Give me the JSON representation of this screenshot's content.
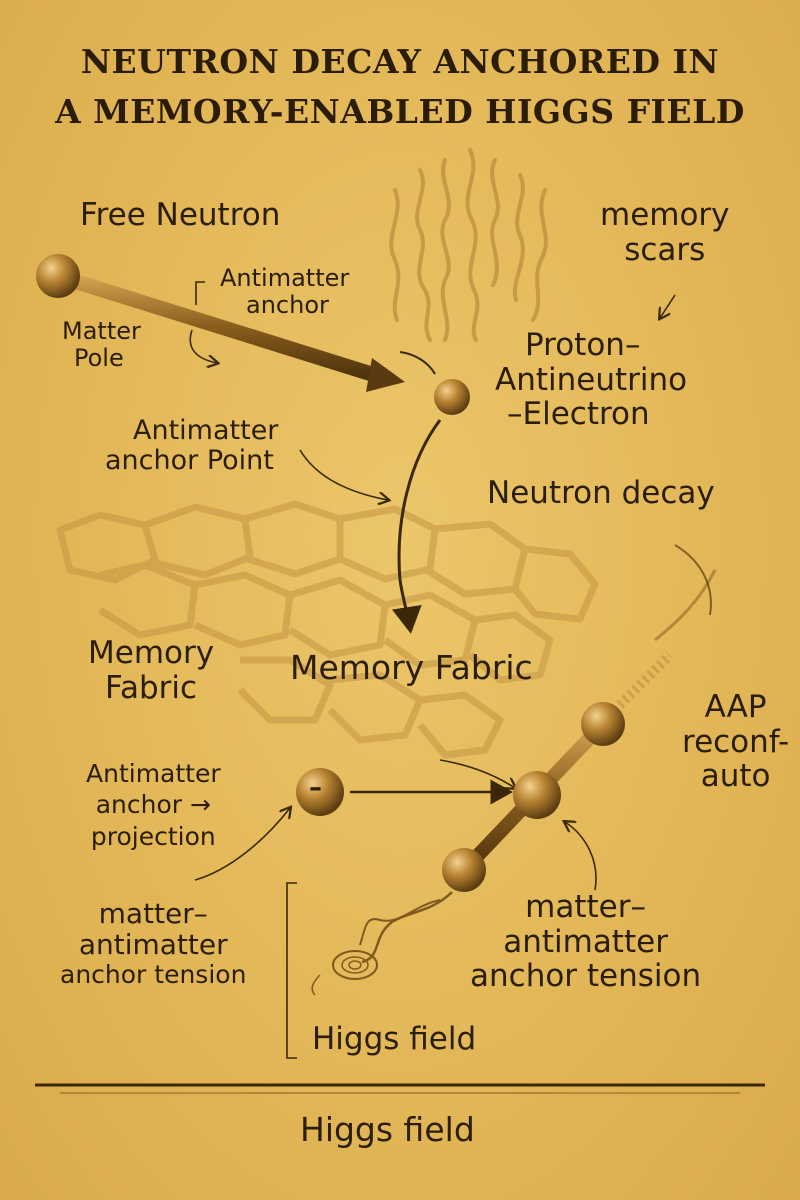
{
  "title": {
    "line1": "NEUTRON DECAY ANCHORED IN",
    "line2": "A MEMORY-ENABLED HIGGS FIELD"
  },
  "labels": {
    "free_neutron": "Free Neutron",
    "antimatter_anchor": [
      "Antimatter",
      "anchor"
    ],
    "matter_pole": [
      "Matter",
      "Pole"
    ],
    "memory_scars": [
      "memory",
      "scars"
    ],
    "proton_group": [
      "Proton–",
      "Antineutrino",
      "–Electron"
    ],
    "antimatter_anchor_point": [
      "Antimatter",
      "anchor Point"
    ],
    "neutron_decay": "Neutron decay",
    "memory_fabric_left": [
      "Memory",
      "Fabric"
    ],
    "memory_fabric_center": "Memory Fabric",
    "aap_reconf": [
      "AAP",
      "reconf-",
      "auto"
    ],
    "antimatter_anchor_projection": [
      "Antimatter",
      "anchor →",
      "projection"
    ],
    "projection_sign": "–",
    "tension_left": [
      "matter–",
      "antimatter",
      "anchor tension"
    ],
    "tension_right": [
      "matter–",
      "antimatter",
      "anchor tension"
    ],
    "higgs_field_inner": "Higgs field",
    "higgs_field_bottom": "Higgs field"
  },
  "colors": {
    "background": "#e3b95a",
    "ink": "#2a1e08",
    "particle": "#a8782a",
    "fabric": "#c99a45"
  }
}
